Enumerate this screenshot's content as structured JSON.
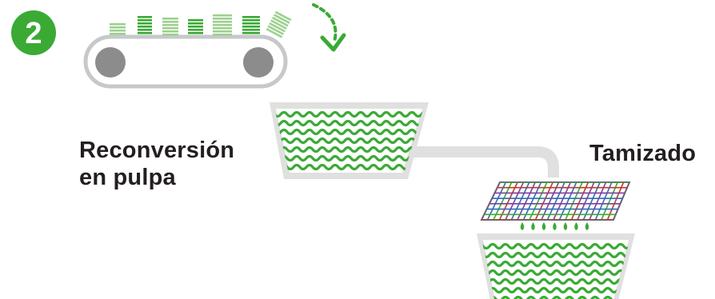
{
  "step": {
    "number": "2"
  },
  "labels": {
    "repulping_line1": "Reconversión",
    "repulping_line2": "en pulpa",
    "screening": "Tamizado"
  },
  "colors": {
    "accent_green": "#3aaa35",
    "light_green": "#9dd08f",
    "belt_gray": "#c7c8ca",
    "belt_dark": "#8c8c8c",
    "vat_gray": "#e0e0e0",
    "text": "#231f20"
  },
  "icons": [
    "step-number-badge-icon",
    "conveyor-belt-icon",
    "curved-arrow-icon",
    "pulper-vat-icon",
    "transfer-pipe-icon",
    "screen-mesh-icon",
    "droplets-icon",
    "collection-vat-icon"
  ]
}
